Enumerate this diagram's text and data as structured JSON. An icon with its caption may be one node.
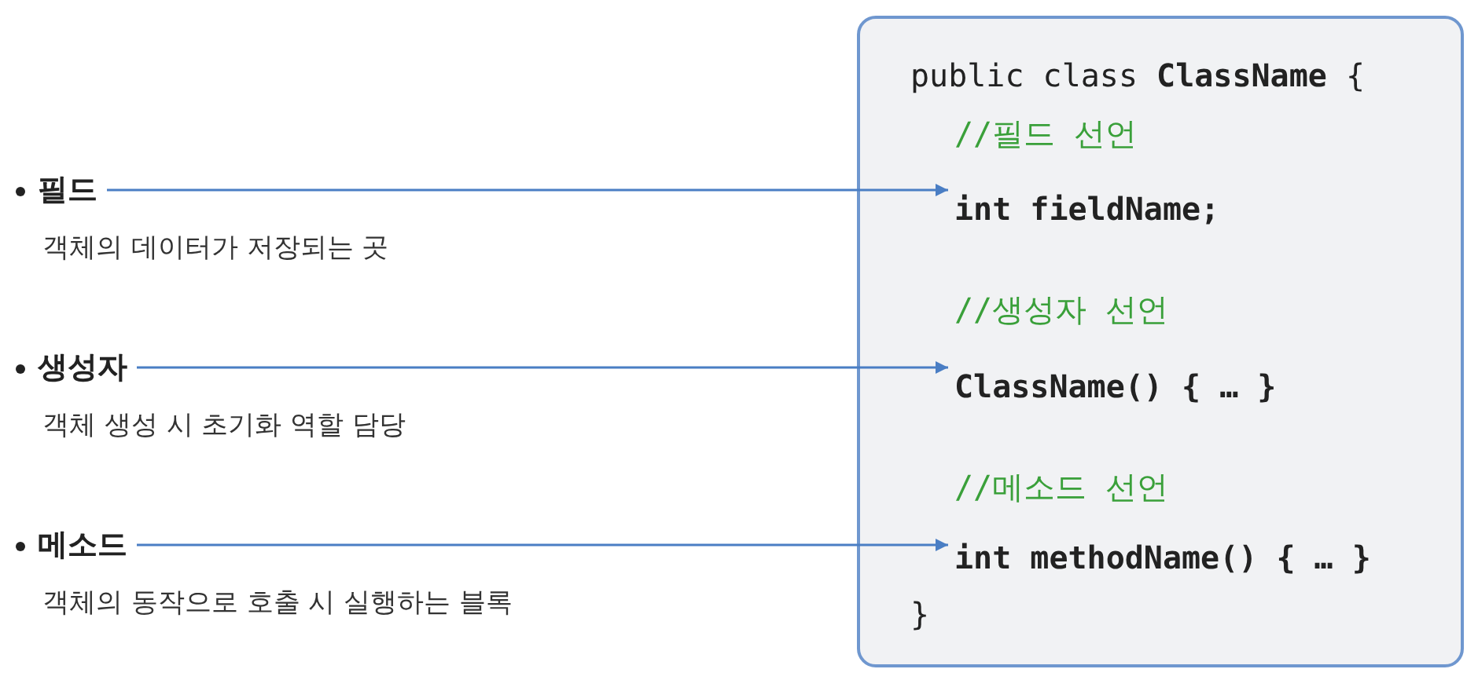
{
  "diagram": {
    "nodes": [
      {
        "text": [
          "public class **ClassName** {",
          "//필드 선언",
          "//생성자 선언",
          "//메소드 선언",
          "}"
        ]
      },
      {
        "text": [
          "int fieldName;"
        ],
        "in": 0
      },
      {
        "text": [
          "ClassName() { … }"
        ],
        "in": 0
      },
      {
        "text": [
          "int methodName() { … }"
        ],
        "in": 0
      },
      {
        "text": [
          "필드"
        ],
        "beside": [
          "객체의 데이터가 저장되는 곳"
        ]
      },
      {
        "text": [
          "생성자"
        ],
        "beside": [
          "객체 생성 시 초기화 역할 담당"
        ]
      },
      {
        "text": [
          "메소드"
        ],
        "beside": [
          "객체의 동작으로 호출 시 실행하는 블록"
        ]
      }
    ],
    "edges": [
      {
        "from": 4,
        "to": 1,
        "arrow": "to"
      },
      {
        "from": 5,
        "to": 2,
        "arrow": "to"
      },
      {
        "from": 6,
        "to": 3,
        "arrow": "to"
      }
    ]
  }
}
